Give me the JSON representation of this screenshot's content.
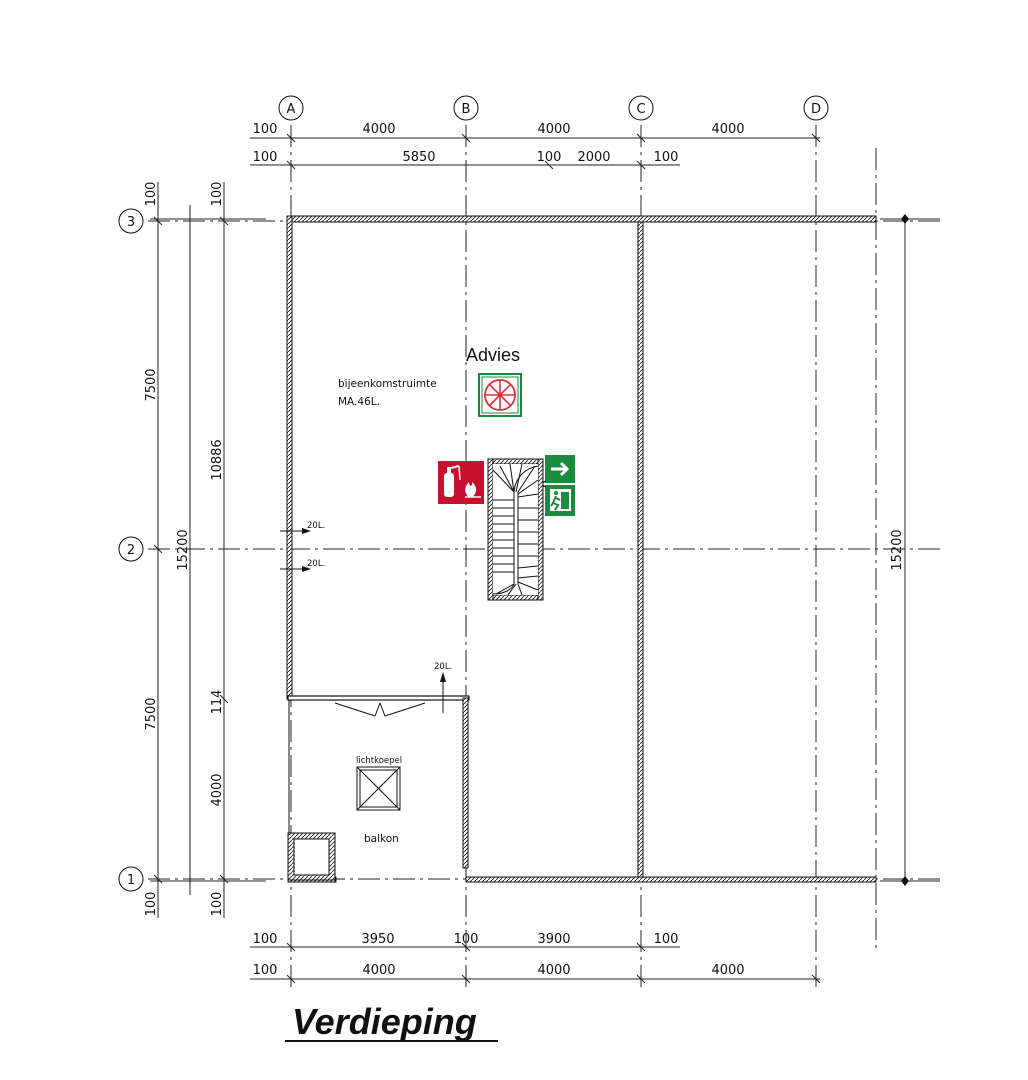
{
  "grid": {
    "columns": [
      "A",
      "B",
      "C",
      "D"
    ],
    "rows": [
      "3",
      "2",
      "1"
    ]
  },
  "dimensions": {
    "top_row1": [
      "100",
      "4000",
      "4000",
      "4000"
    ],
    "top_row2": [
      "100",
      "5850",
      "100",
      "2000",
      "100"
    ],
    "bottom_row1": [
      "100",
      "3950",
      "100",
      "3900",
      "100"
    ],
    "bottom_row2": [
      "100",
      "4000",
      "4000",
      "4000"
    ],
    "left_outer": [
      "100",
      "7500",
      "15200",
      "7500",
      "100"
    ],
    "left_inner": [
      "100",
      "10886",
      "114",
      "4000",
      "100"
    ],
    "right": "15200"
  },
  "rooms": {
    "meeting_name": "bijeenkomstruimte",
    "meeting_code": "MA.46L.",
    "balcony": "balkon",
    "skylight": "lichtkoepel"
  },
  "markers": {
    "vent1": "20L.",
    "vent2": "20L.",
    "vent3": "20L."
  },
  "advice_label": "Advies",
  "title": "Verdieping",
  "colors": {
    "fire_red": "#c8102e",
    "exit_green": "#1a8a3c",
    "smoke_vent_red": "#e0303a"
  }
}
